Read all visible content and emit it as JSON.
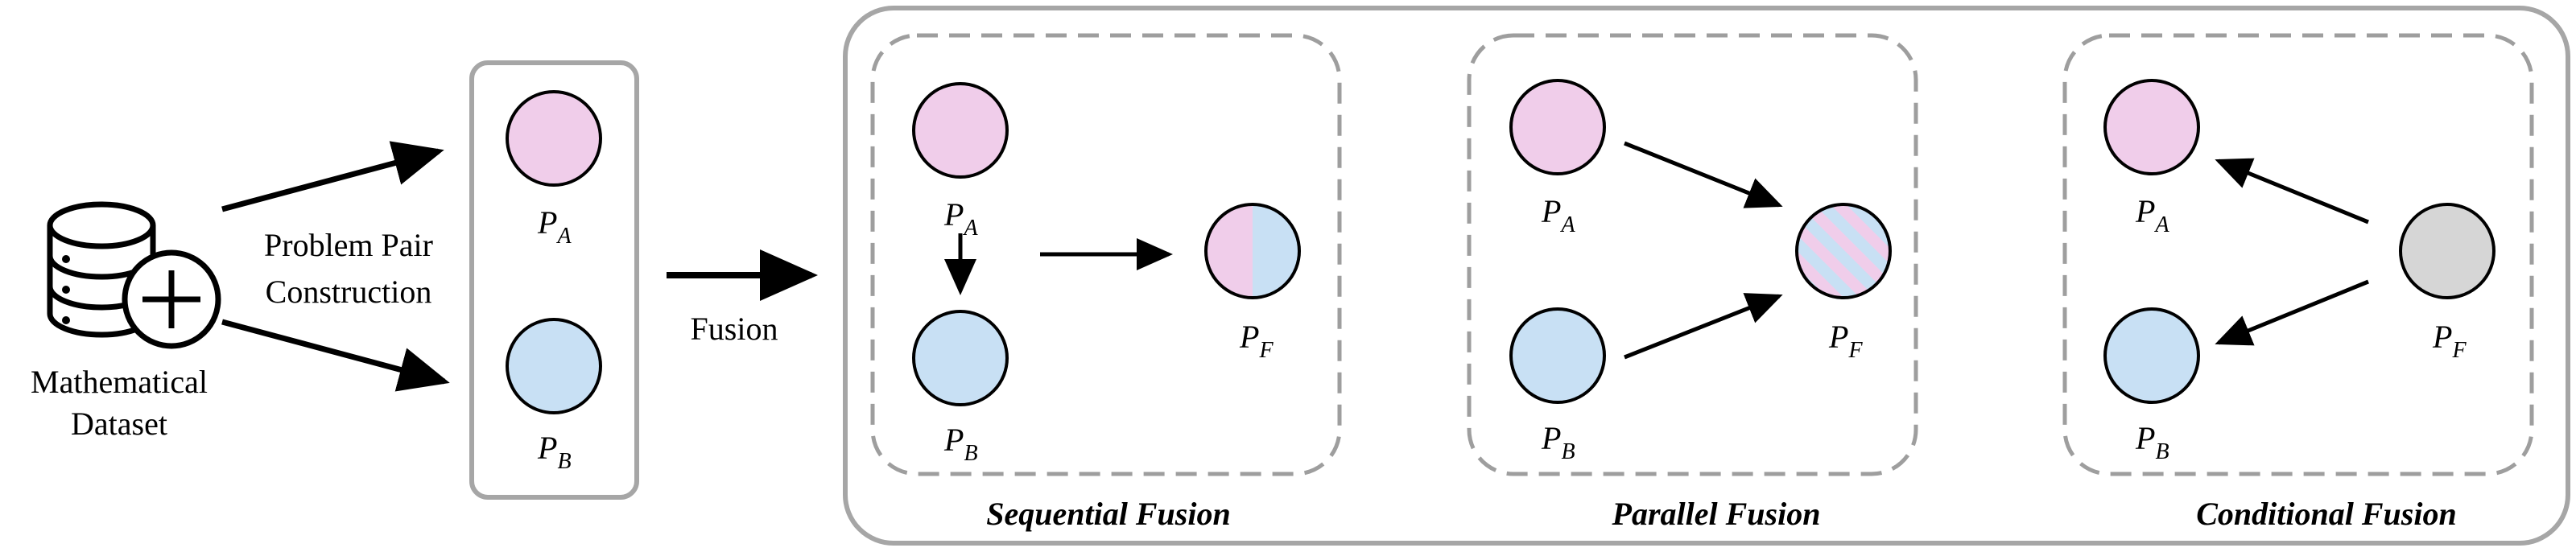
{
  "dataset": {
    "line1": "Mathematical",
    "line2": "Dataset",
    "icon": "database-plus-icon"
  },
  "pair_label": {
    "line1": "Problem Pair",
    "line2": "Construction"
  },
  "fusion_label": "Fusion",
  "problems": {
    "a_main": "P",
    "a_sub": "A",
    "b_main": "P",
    "b_sub": "B",
    "f_main": "P",
    "f_sub": "F"
  },
  "panels": {
    "sequential": {
      "caption": "Sequential Fusion"
    },
    "parallel": {
      "caption": "Parallel Fusion"
    },
    "conditional": {
      "caption": "Conditional Fusion"
    }
  },
  "colors": {
    "pink": "#f0cdea",
    "blue": "#c8e0f4",
    "gray": "#d6d6d6",
    "frame": "#a6a6a6",
    "dash": "#9e9e9e",
    "stroke": "#000000"
  }
}
